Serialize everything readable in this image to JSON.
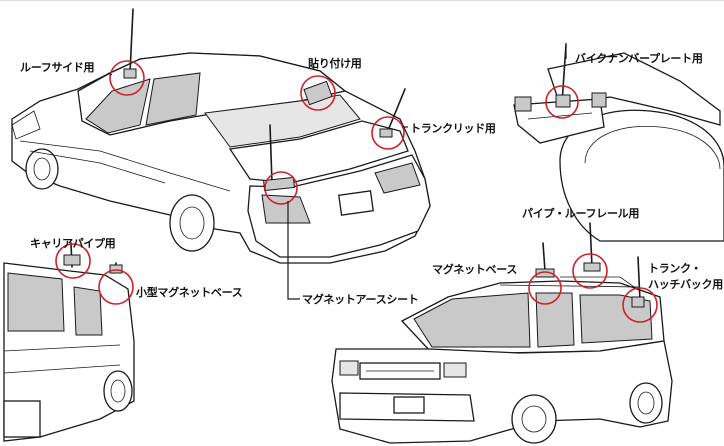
{
  "labels": {
    "roof_side": "ルーフサイド用",
    "stick_on": "貼り付け用",
    "bike_plate": "バイクナンバープレート用",
    "trunk_lid": "トランクリッド用",
    "carrier_pipe": "キャリアパイプ用",
    "small_magnet": "小型マグネットベース",
    "magnet_earth": "マグネットアースシート",
    "pipe_roof_rail": "パイプ・ルーフレール用",
    "magnet_base": "マグネットベース",
    "trunk_hatch_1": "トランク・",
    "trunk_hatch_2": "ハッチバック用"
  },
  "colors": {
    "highlight_ring": "#d0202a",
    "outline": "#1a1a1a",
    "glass": "#c9c9c9",
    "background": "#ffffff"
  }
}
